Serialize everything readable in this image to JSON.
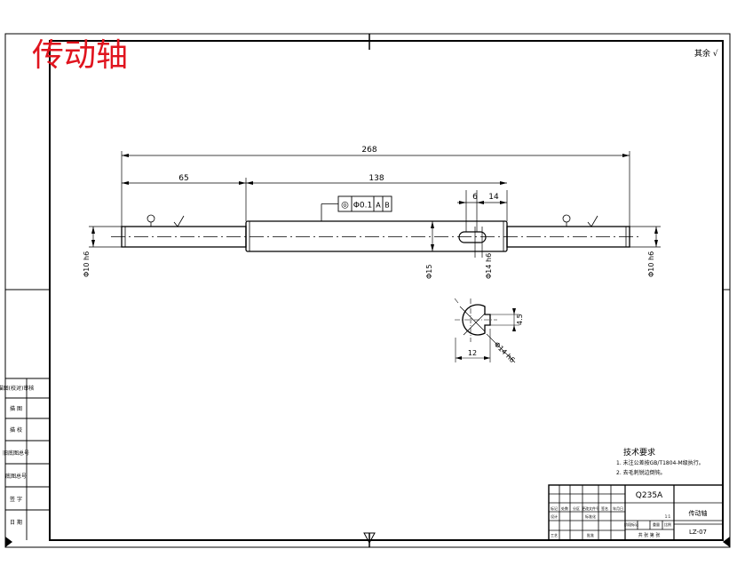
{
  "title": "传动轴",
  "corner_note": "其余 √",
  "dimensions": {
    "overall": "268",
    "left_segment": "65",
    "middle_segment": "138",
    "keyway_width": "6",
    "keyway_offset": "14",
    "left_diameter": "Φ10 h6",
    "mid_diameter": "Φ15",
    "key_diameter": "Φ14 h6",
    "right_diameter": "Φ10 h6",
    "section_depth": "4.5",
    "section_width": "12",
    "section_chamfer": "Φ14 h6"
  },
  "tolerance_frame": {
    "symbol": "◎",
    "value": "Φ0.1",
    "datum_a": "A",
    "datum_b": "B"
  },
  "left_block_labels": [
    "描图(校对)审核",
    "描 图",
    "描 校",
    "旧底图总号",
    "底图总号",
    "签 字",
    "日 期"
  ],
  "tech_requirements": {
    "title": "技术要求",
    "item1": "1. 未注公差按GB/T1804-M级执行。",
    "item2": "2. 去毛刺锐边倒钝。"
  },
  "title_block": {
    "material": "Q235A",
    "part_name": "传动轴",
    "drawing_no": "LZ-07",
    "row_labels": [
      "标记",
      "处数",
      "分区",
      "更改文件号",
      "签名",
      "年月日"
    ],
    "designer_label": "设计",
    "standard_label": "标准化",
    "process_label": "工艺",
    "approve_label": "批准",
    "stage_label": "阶段标记",
    "weight_label": "重量",
    "scale_label": "比例",
    "scale_value": "1:1",
    "sheet_label": "共 张 第 张"
  }
}
